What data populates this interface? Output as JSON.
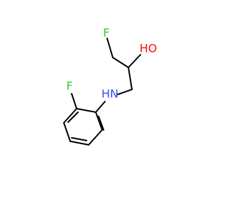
{
  "colors": {
    "background": "#ffffff",
    "bond": "#000000",
    "fluorine": "#33cc33",
    "oxygen": "#ff0d0d",
    "nitrogen": "#3050f8"
  },
  "atoms": {
    "f_top": "F",
    "oh": "HO",
    "nh": "HN",
    "f_ring": "F"
  }
}
